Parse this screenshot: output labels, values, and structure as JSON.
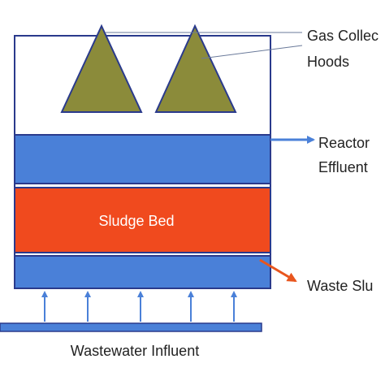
{
  "labels": {
    "gas_hoods_line1": "Gas Collec",
    "gas_hoods_line2": "Hoods",
    "effluent_line1": "Reactor",
    "effluent_line2": "Effluent",
    "sludge_bed": "Sludge Bed",
    "waste_sludge": "Waste Slu",
    "influent": "Wastewater Influent"
  },
  "colors": {
    "outline": "#2a3a8c",
    "hood_fill": "#8b8b3a",
    "water_layer": "#4a80d8",
    "sludge_layer": "#f04a1e",
    "influent_pipe": "#4a80d8",
    "arrow_blue": "#4a80d8",
    "arrow_orange": "#e8561e",
    "leader_line": "#6a7a9a"
  },
  "influent_arrow_count": 5
}
